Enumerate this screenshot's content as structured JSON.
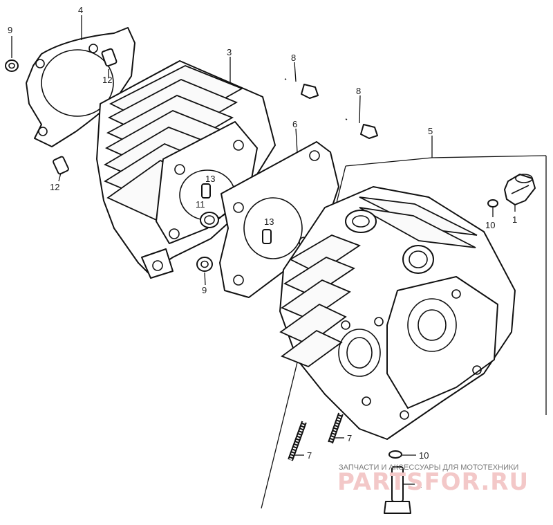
{
  "diagram": {
    "callouts": [
      {
        "id": "c9a",
        "text": "9"
      },
      {
        "id": "c4",
        "text": "4"
      },
      {
        "id": "c12a",
        "text": "12"
      },
      {
        "id": "c3",
        "text": "3"
      },
      {
        "id": "c8a",
        "text": "8"
      },
      {
        "id": "c8b",
        "text": "8"
      },
      {
        "id": "c12b",
        "text": "12"
      },
      {
        "id": "c13a",
        "text": "13"
      },
      {
        "id": "c11",
        "text": "11"
      },
      {
        "id": "c6",
        "text": "6"
      },
      {
        "id": "c5",
        "text": "5"
      },
      {
        "id": "c13b",
        "text": "13"
      },
      {
        "id": "c9b",
        "text": "9"
      },
      {
        "id": "c10a",
        "text": "10"
      },
      {
        "id": "c1",
        "text": "1"
      },
      {
        "id": "c7a",
        "text": "7"
      },
      {
        "id": "c7b",
        "text": "7"
      },
      {
        "id": "c10b",
        "text": "10"
      },
      {
        "id": "c2",
        "text": "2"
      }
    ]
  },
  "watermark": {
    "tagline": "ЗАПЧАСТИ И АКСЕССУАРЫ ДЛЯ МОТОТЕХНИКИ",
    "brand": "PARTSFOR.RU"
  }
}
